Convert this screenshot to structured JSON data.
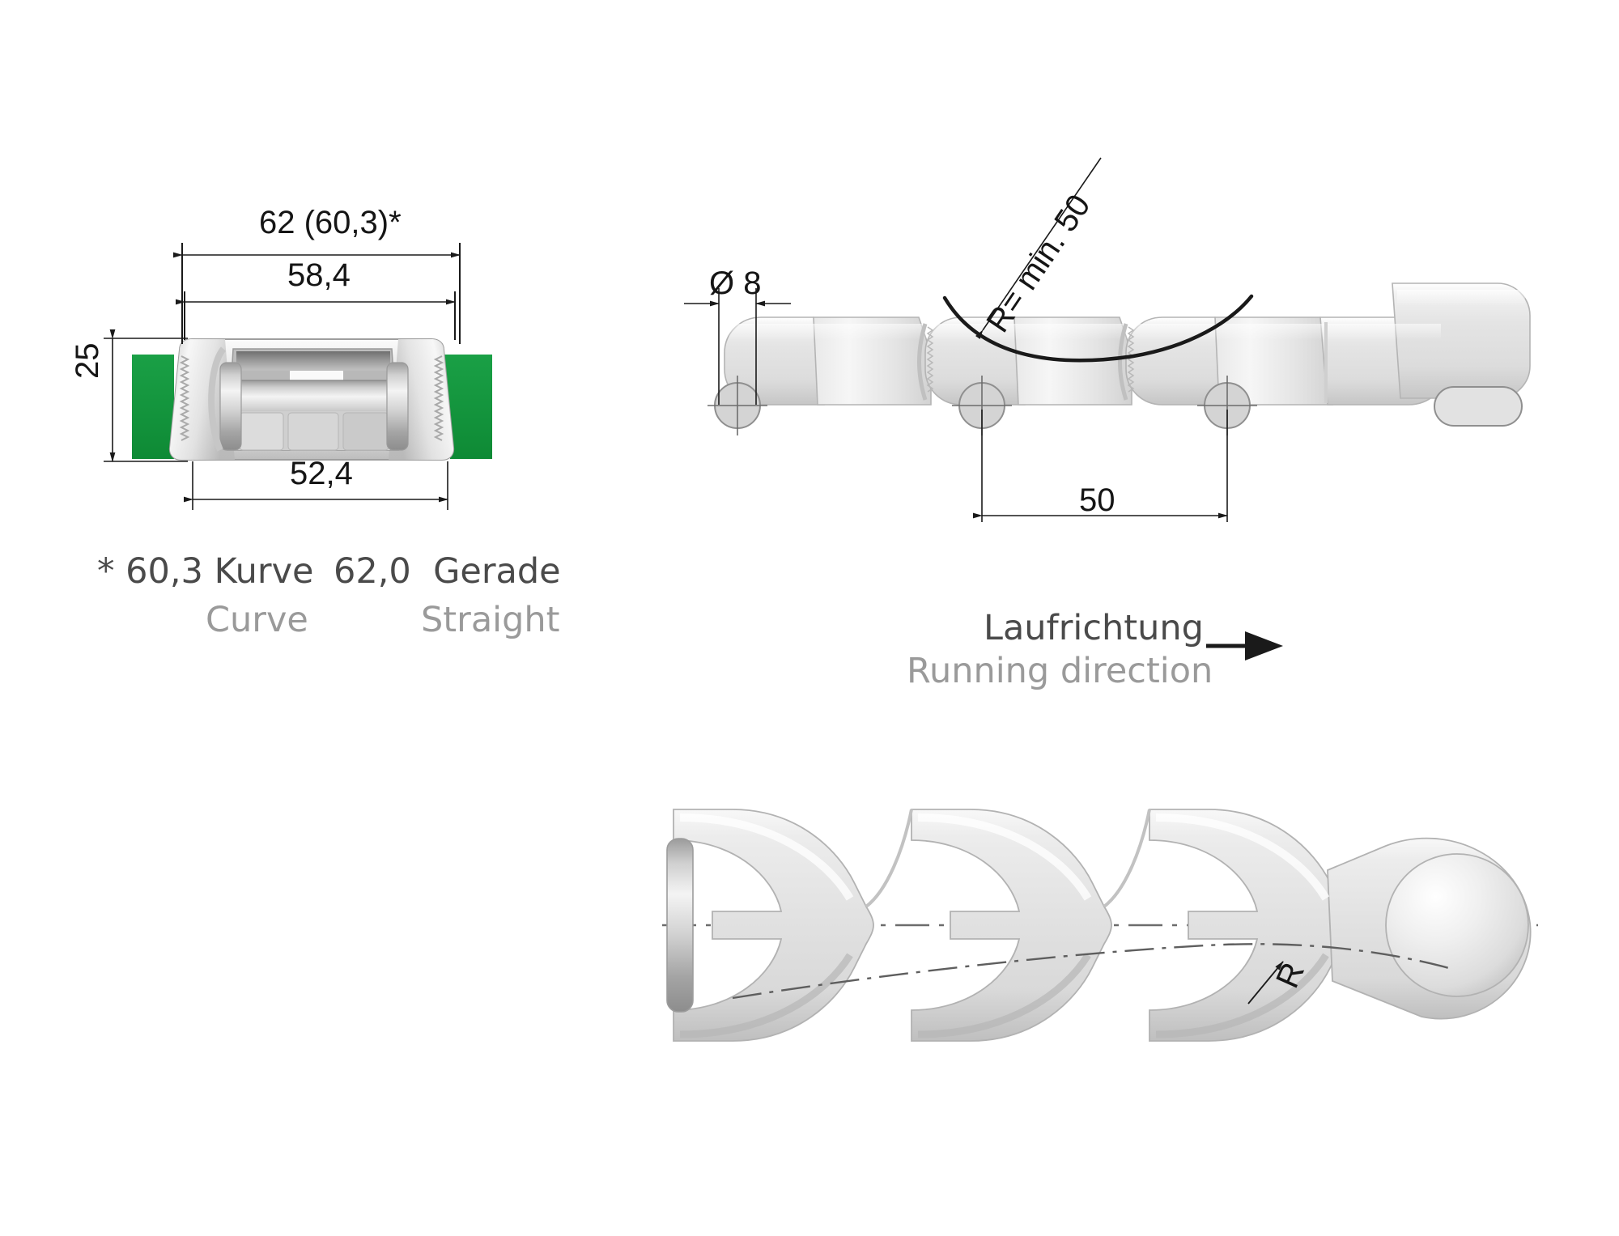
{
  "drawing": {
    "title": "Chain link technical drawing",
    "background_color": "#ffffff",
    "line_color": "#1a1a1a",
    "accent_green": "#159a3c",
    "plastic_light": "#f2f2f2",
    "plastic_mid": "#d6d6d6",
    "metal_mid": "#a8a8a8"
  },
  "cross_section": {
    "name": "chain-cross-section",
    "dim_overall": "62 (60,3)*",
    "dim_inner_top": "58,4",
    "dim_height": "25",
    "dim_bottom": "52,4"
  },
  "legend": {
    "line1_de": "* 60,3 Kurve",
    "line1_en": "Curve",
    "line2_de": "62,0  Gerade",
    "line2_en": "Straight"
  },
  "side_view": {
    "name": "chain-side-view",
    "dim_hole": "Ø 8",
    "dim_pitch": "50",
    "radius_note": "R= min. 50"
  },
  "direction": {
    "label_de": "Laufrichtung",
    "label_en": "Running direction",
    "arrow_icon": "arrow-right-icon"
  },
  "top_view": {
    "name": "chain-top-view",
    "radius_label": "R"
  }
}
